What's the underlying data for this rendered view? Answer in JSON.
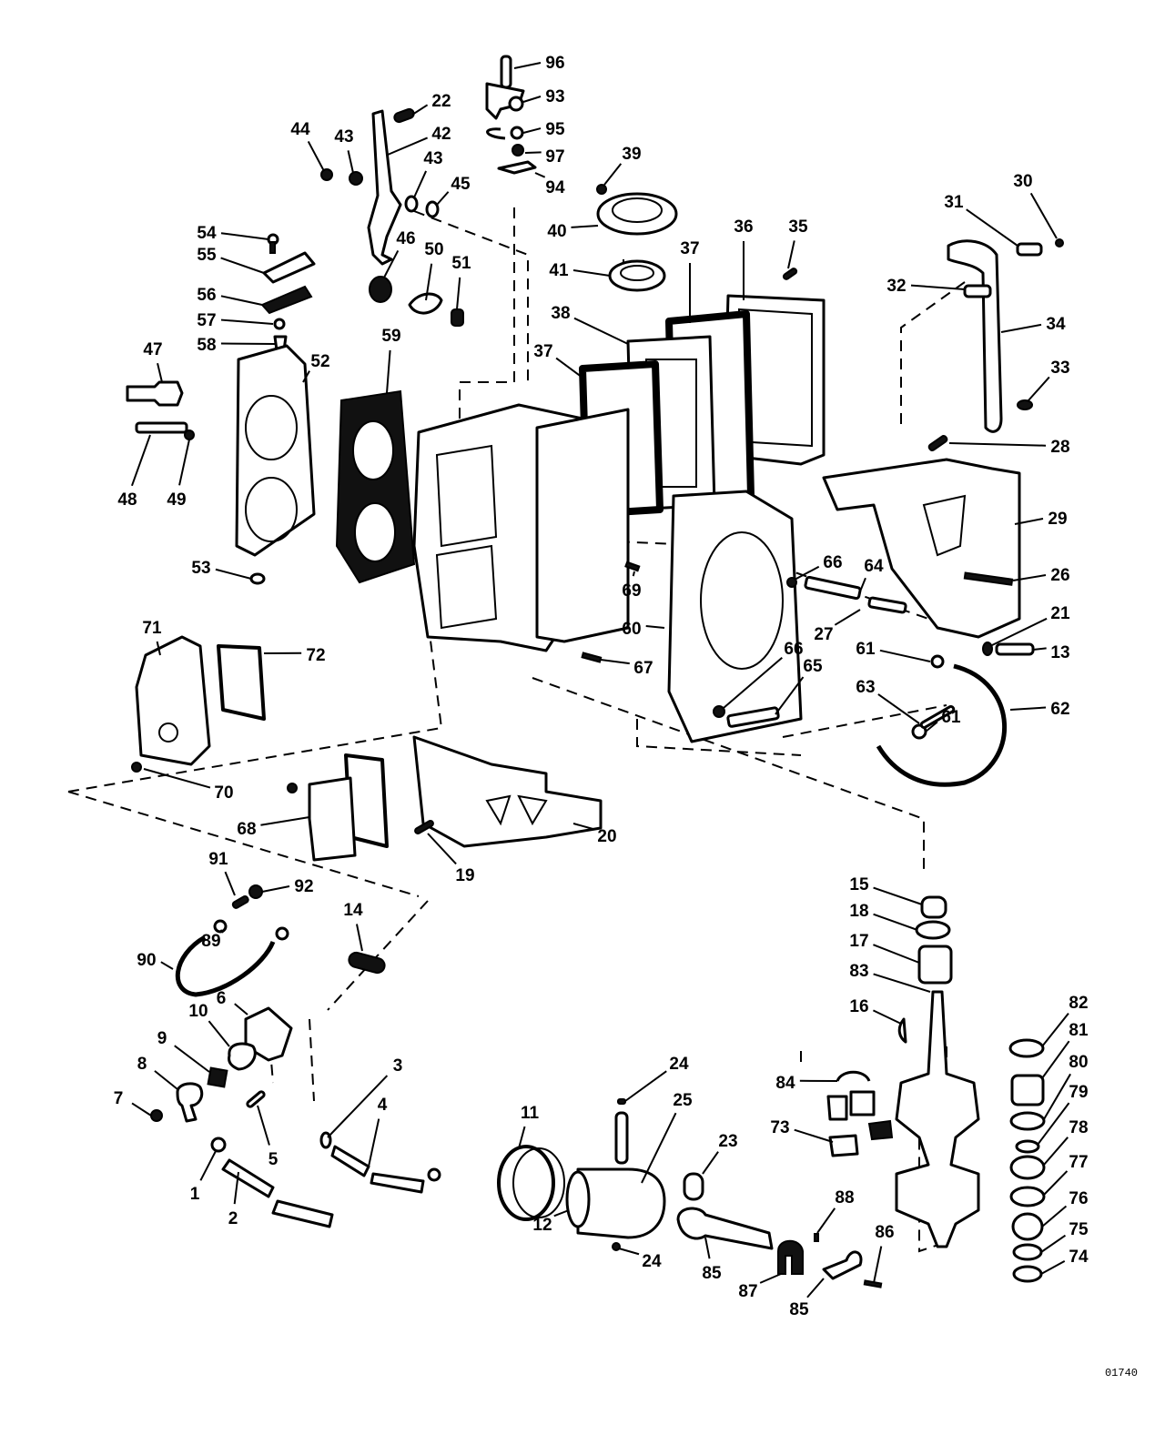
{
  "figure": {
    "type": "exploded-parts-diagram",
    "figure_id": "01740"
  },
  "callouts": [
    {
      "id": "96",
      "label": "96"
    },
    {
      "id": "93",
      "label": "93"
    },
    {
      "id": "95",
      "label": "95"
    },
    {
      "id": "97",
      "label": "97"
    },
    {
      "id": "94",
      "label": "94"
    },
    {
      "id": "22",
      "label": "22"
    },
    {
      "id": "42",
      "label": "42"
    },
    {
      "id": "44",
      "label": "44"
    },
    {
      "id": "43a",
      "label": "43"
    },
    {
      "id": "43b",
      "label": "43"
    },
    {
      "id": "45",
      "label": "45"
    },
    {
      "id": "39",
      "label": "39"
    },
    {
      "id": "40",
      "label": "40"
    },
    {
      "id": "41",
      "label": "41"
    },
    {
      "id": "30",
      "label": "30"
    },
    {
      "id": "31",
      "label": "31"
    },
    {
      "id": "32",
      "label": "32"
    },
    {
      "id": "34",
      "label": "34"
    },
    {
      "id": "33",
      "label": "33"
    },
    {
      "id": "35",
      "label": "35"
    },
    {
      "id": "36",
      "label": "36"
    },
    {
      "id": "37a",
      "label": "37"
    },
    {
      "id": "37b",
      "label": "37"
    },
    {
      "id": "38",
      "label": "38"
    },
    {
      "id": "54",
      "label": "54"
    },
    {
      "id": "55",
      "label": "55"
    },
    {
      "id": "56",
      "label": "56"
    },
    {
      "id": "57",
      "label": "57"
    },
    {
      "id": "58",
      "label": "58"
    },
    {
      "id": "46",
      "label": "46"
    },
    {
      "id": "50",
      "label": "50"
    },
    {
      "id": "51",
      "label": "51"
    },
    {
      "id": "47",
      "label": "47"
    },
    {
      "id": "48",
      "label": "48"
    },
    {
      "id": "49",
      "label": "49"
    },
    {
      "id": "52",
      "label": "52"
    },
    {
      "id": "53",
      "label": "53"
    },
    {
      "id": "59",
      "label": "59"
    },
    {
      "id": "28",
      "label": "28"
    },
    {
      "id": "29",
      "label": "29"
    },
    {
      "id": "26",
      "label": "26"
    },
    {
      "id": "21",
      "label": "21"
    },
    {
      "id": "13",
      "label": "13"
    },
    {
      "id": "66a",
      "label": "66"
    },
    {
      "id": "64",
      "label": "64"
    },
    {
      "id": "27",
      "label": "27"
    },
    {
      "id": "66b",
      "label": "66"
    },
    {
      "id": "65",
      "label": "65"
    },
    {
      "id": "61a",
      "label": "61"
    },
    {
      "id": "61b",
      "label": "61"
    },
    {
      "id": "63",
      "label": "63"
    },
    {
      "id": "62",
      "label": "62"
    },
    {
      "id": "69",
      "label": "69"
    },
    {
      "id": "60",
      "label": "60"
    },
    {
      "id": "67",
      "label": "67"
    },
    {
      "id": "71",
      "label": "71"
    },
    {
      "id": "72",
      "label": "72"
    },
    {
      "id": "70",
      "label": "70"
    },
    {
      "id": "68",
      "label": "68"
    },
    {
      "id": "20",
      "label": "20"
    },
    {
      "id": "19",
      "label": "19"
    },
    {
      "id": "91",
      "label": "91"
    },
    {
      "id": "92",
      "label": "92"
    },
    {
      "id": "89",
      "label": "89"
    },
    {
      "id": "90",
      "label": "90"
    },
    {
      "id": "14",
      "label": "14"
    },
    {
      "id": "6",
      "label": "6"
    },
    {
      "id": "10",
      "label": "10"
    },
    {
      "id": "9",
      "label": "9"
    },
    {
      "id": "8",
      "label": "8"
    },
    {
      "id": "7",
      "label": "7"
    },
    {
      "id": "5",
      "label": "5"
    },
    {
      "id": "1",
      "label": "1"
    },
    {
      "id": "2",
      "label": "2"
    },
    {
      "id": "3",
      "label": "3"
    },
    {
      "id": "4",
      "label": "4"
    },
    {
      "id": "11",
      "label": "11"
    },
    {
      "id": "12",
      "label": "12"
    },
    {
      "id": "24a",
      "label": "24"
    },
    {
      "id": "24b",
      "label": "24"
    },
    {
      "id": "25",
      "label": "25"
    },
    {
      "id": "23",
      "label": "23"
    },
    {
      "id": "85a",
      "label": "85"
    },
    {
      "id": "85b",
      "label": "85"
    },
    {
      "id": "87",
      "label": "87"
    },
    {
      "id": "88",
      "label": "88"
    },
    {
      "id": "86",
      "label": "86"
    },
    {
      "id": "84",
      "label": "84"
    },
    {
      "id": "73",
      "label": "73"
    },
    {
      "id": "15",
      "label": "15"
    },
    {
      "id": "18",
      "label": "18"
    },
    {
      "id": "17",
      "label": "17"
    },
    {
      "id": "83",
      "label": "83"
    },
    {
      "id": "16",
      "label": "16"
    },
    {
      "id": "82",
      "label": "82"
    },
    {
      "id": "81",
      "label": "81"
    },
    {
      "id": "80",
      "label": "80"
    },
    {
      "id": "79",
      "label": "79"
    },
    {
      "id": "78",
      "label": "78"
    },
    {
      "id": "77",
      "label": "77"
    },
    {
      "id": "76",
      "label": "76"
    },
    {
      "id": "75",
      "label": "75"
    },
    {
      "id": "74",
      "label": "74"
    }
  ]
}
